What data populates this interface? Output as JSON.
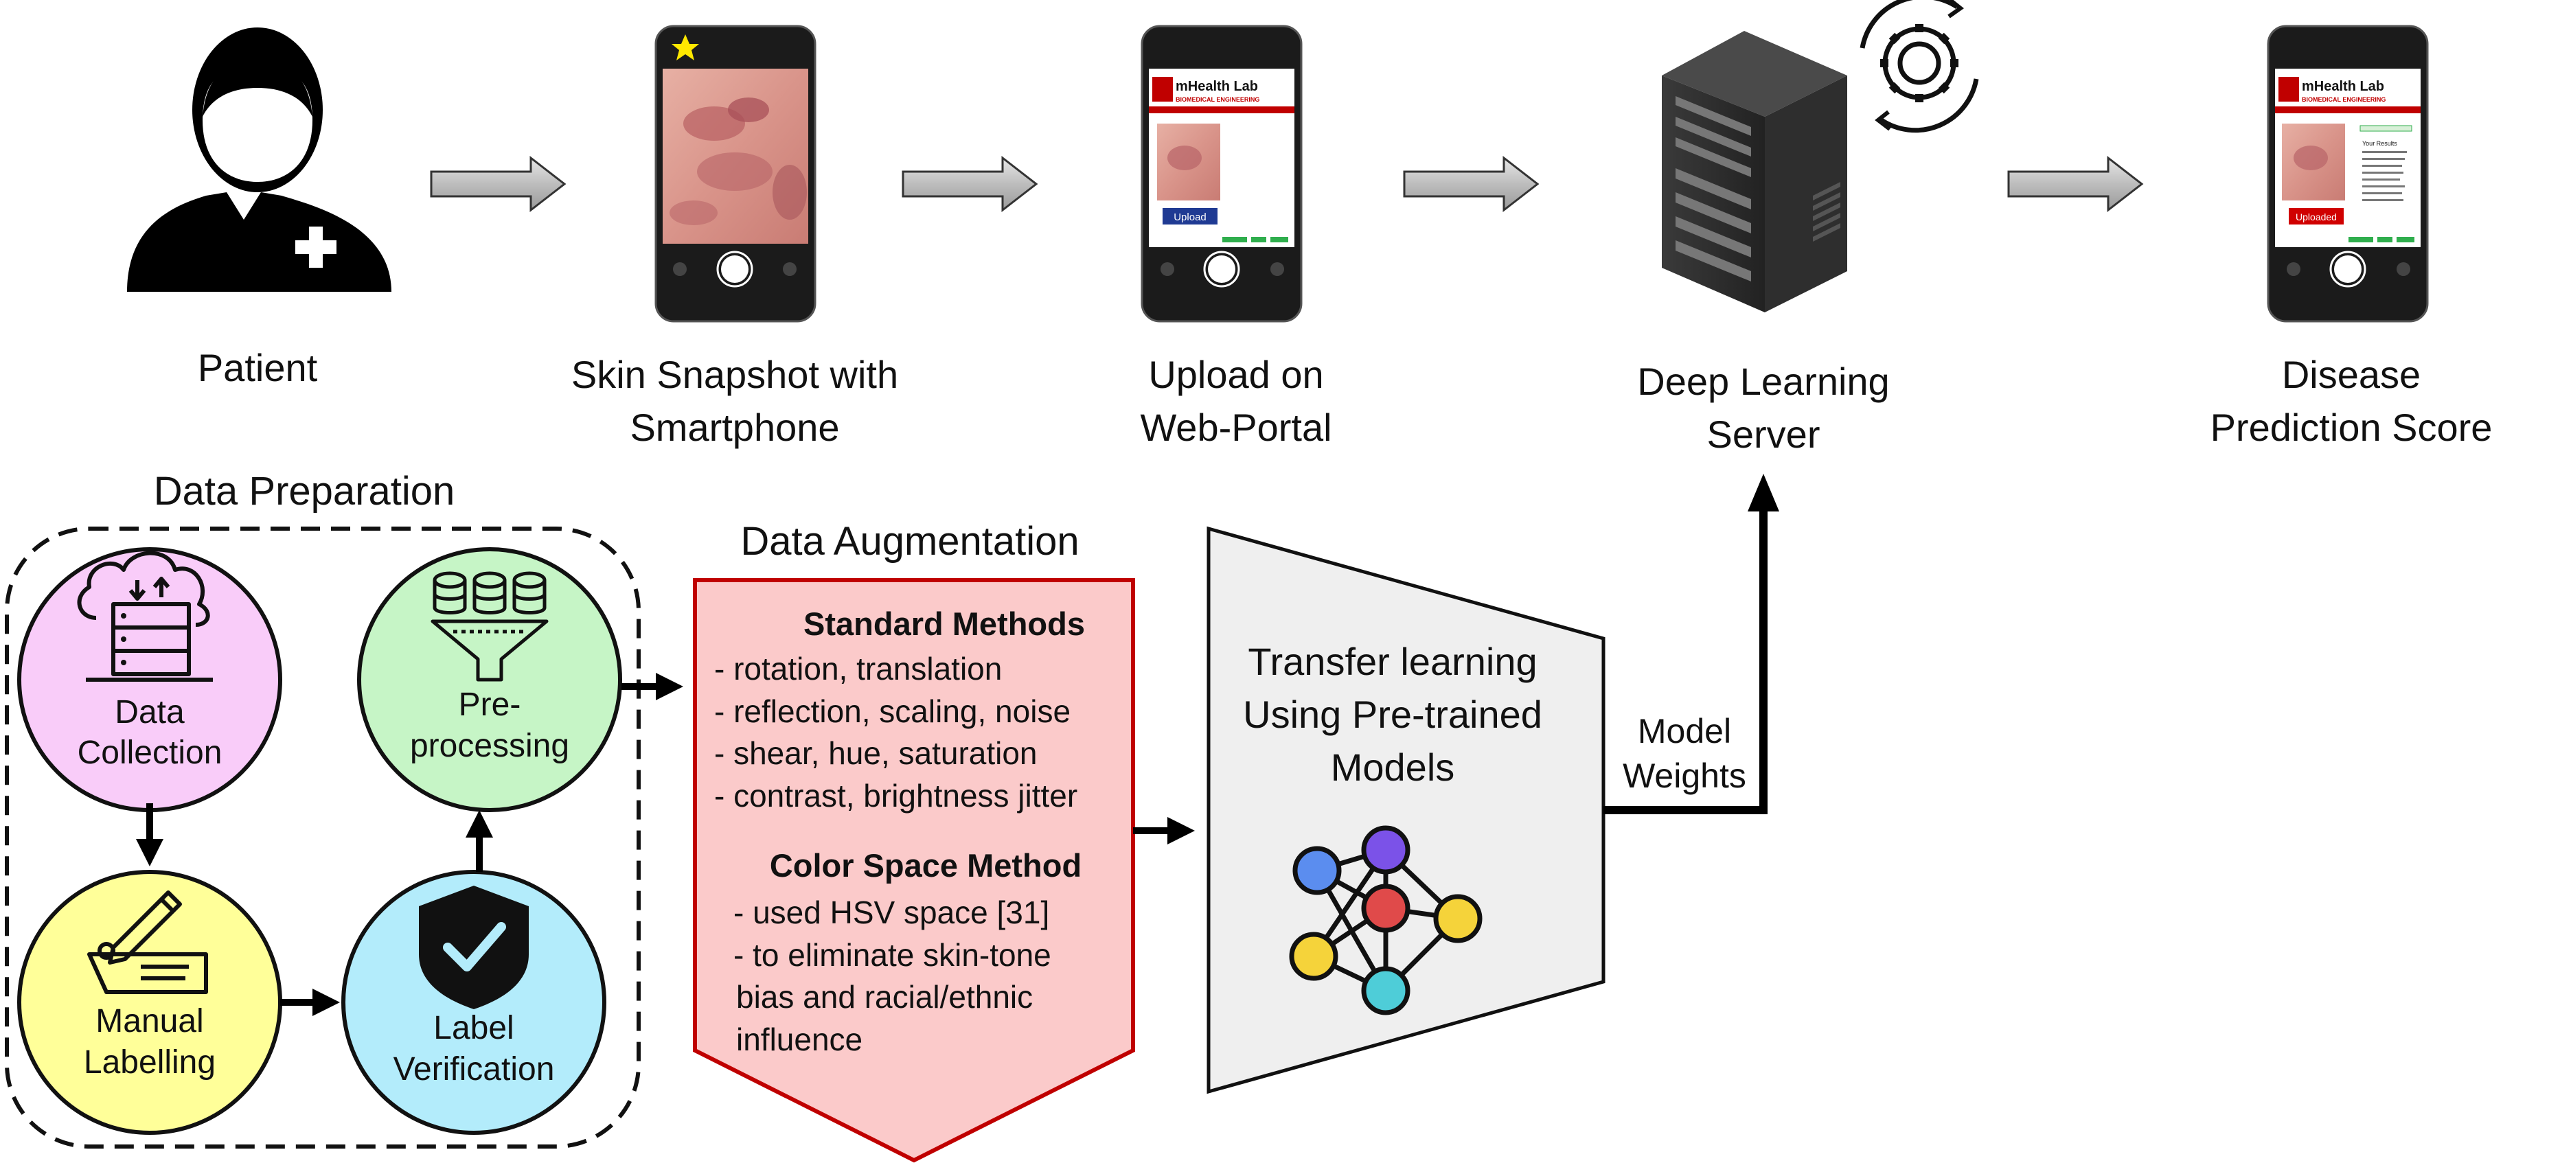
{
  "top_flow": {
    "patient": "Patient",
    "snapshot": [
      "Skin Snapshot with",
      "Smartphone"
    ],
    "upload": [
      "Upload on",
      "Web-Portal"
    ],
    "server": [
      "Deep Learning",
      "Server"
    ],
    "prediction": [
      "Disease",
      "Prediction Score"
    ]
  },
  "phone_screens": {
    "logo": "mHealth Lab",
    "logo_sub": "BIOMEDICAL ENGINEERING",
    "upload_button": "Upload",
    "uploaded_button": "Uploaded",
    "results_title": "Your Results"
  },
  "data_preparation": {
    "title": "Data Preparation",
    "collection": [
      "Data",
      "Collection"
    ],
    "labelling": [
      "Manual",
      "Labelling"
    ],
    "verification": [
      "Label",
      "Verification"
    ],
    "preprocessing": [
      "Pre-",
      "processing"
    ]
  },
  "data_augmentation": {
    "title": "Data Augmentation",
    "standard_title": "Standard Methods",
    "standard_items": [
      "- rotation, translation",
      "- reflection, scaling, noise",
      "- shear, hue, saturation",
      "- contrast, brightness jitter"
    ],
    "color_title": "Color Space Method",
    "color_items": [
      "- used HSV space [31]",
      "- to eliminate skin-tone",
      "bias and racial/ethnic",
      "influence"
    ]
  },
  "transfer_learning": [
    "Transfer learning",
    "Using Pre-trained",
    "Models"
  ],
  "model_weights": [
    "Model",
    "Weights"
  ],
  "colors": {
    "collection": "#f9ccf9",
    "labelling": "#ffff99",
    "verification": "#b3ecfb",
    "preprocessing": "#c6f5c6",
    "augmentation_fill": "#fbcaca",
    "augmentation_border": "#c00000",
    "trapezoid": "#efefef",
    "node_blue": "#5b8def",
    "node_purple": "#7b52e8",
    "node_red": "#e04a4a",
    "node_yellow": "#f5d33a",
    "node_teal": "#4ecdd8"
  }
}
